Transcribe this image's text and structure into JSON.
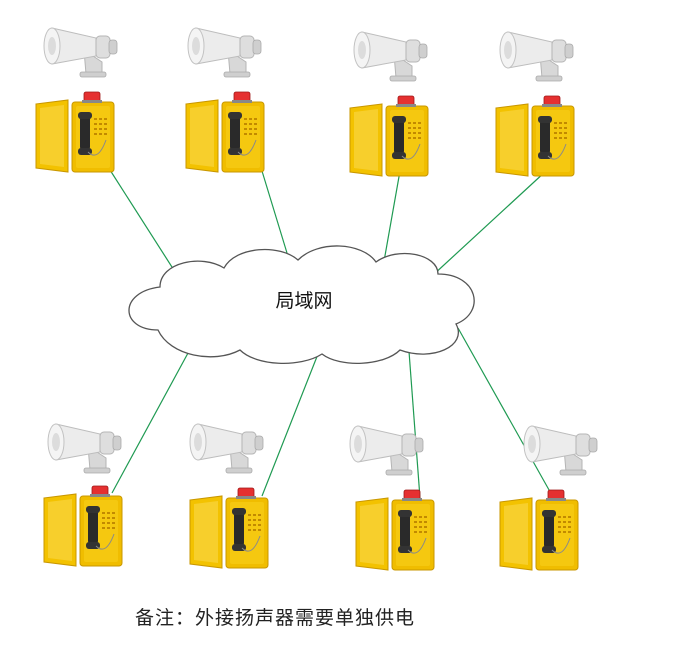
{
  "diagram": {
    "network_label": "局域网",
    "note": "备注：外接扬声器需要单独供电"
  },
  "devices": [
    {
      "id": "phone-1",
      "row": "top",
      "col": 1
    },
    {
      "id": "phone-2",
      "row": "top",
      "col": 2
    },
    {
      "id": "phone-3",
      "row": "top",
      "col": 3
    },
    {
      "id": "phone-4",
      "row": "top",
      "col": 4
    },
    {
      "id": "phone-5",
      "row": "bottom",
      "col": 1
    },
    {
      "id": "phone-6",
      "row": "bottom",
      "col": 2
    },
    {
      "id": "phone-7",
      "row": "bottom",
      "col": 3
    },
    {
      "id": "phone-8",
      "row": "bottom",
      "col": 4
    }
  ],
  "colors": {
    "link": "#1f9a52",
    "phone_body": "#f3c200",
    "phone_dark": "#d9a300",
    "alarm_light": "#e53030",
    "horn": "#e6e6e6"
  }
}
